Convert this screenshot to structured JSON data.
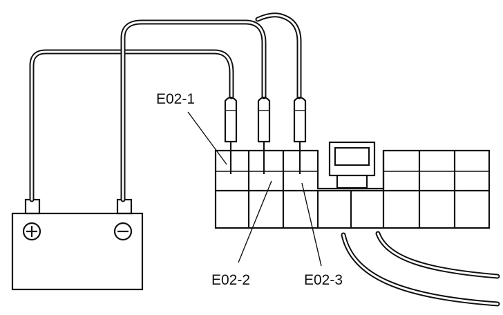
{
  "labels": {
    "terminal_1": "E02-1",
    "terminal_2": "E02-2",
    "terminal_3": "E02-3"
  },
  "battery": {
    "positive_symbol": "plus-icon",
    "negative_symbol": "minus-icon"
  },
  "colors": {
    "ink": "#111111",
    "background": "#ffffff"
  }
}
